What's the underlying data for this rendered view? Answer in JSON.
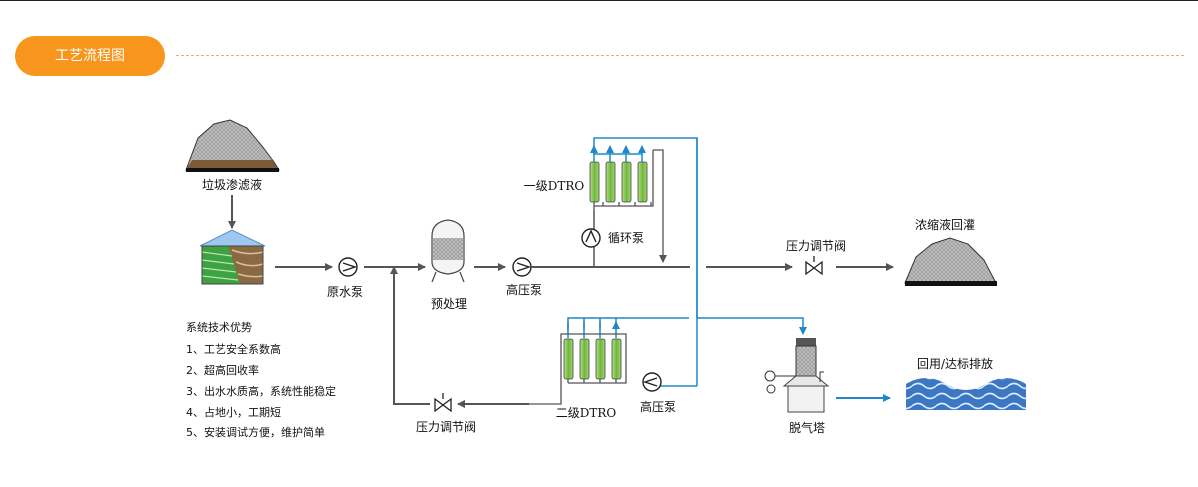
{
  "header": {
    "title": "工艺流程图"
  },
  "colors": {
    "accent": "#f7951d",
    "flow_line": "#555555",
    "flow_line_blue": "#1e88c8",
    "membrane_green": "#7ec34a"
  },
  "diagram": {
    "nodes": {
      "leachate": "垃圾渗滤液",
      "raw_pump": "原水泵",
      "pretreatment": "预处理",
      "hp_pump_1": "高压泵",
      "dtro_1": "一级DTRO",
      "circ_pump": "循环泵",
      "pressure_valve_top": "压力调节阀",
      "concentrate": "浓缩液回灌",
      "dtro_2": "二级DTRO",
      "hp_pump_2": "高压泵",
      "pressure_valve_bottom": "压力调节阀",
      "degassing": "脱气塔",
      "reuse": "回用/达标排放"
    },
    "advantages": {
      "title": "系统技术优势",
      "items": [
        "1、工艺安全系数高",
        "2、超高回收率",
        "3、出水水质高，系统性能稳定",
        "4、占地小，工期短",
        "5、安装调试方便，维护简单"
      ]
    }
  }
}
